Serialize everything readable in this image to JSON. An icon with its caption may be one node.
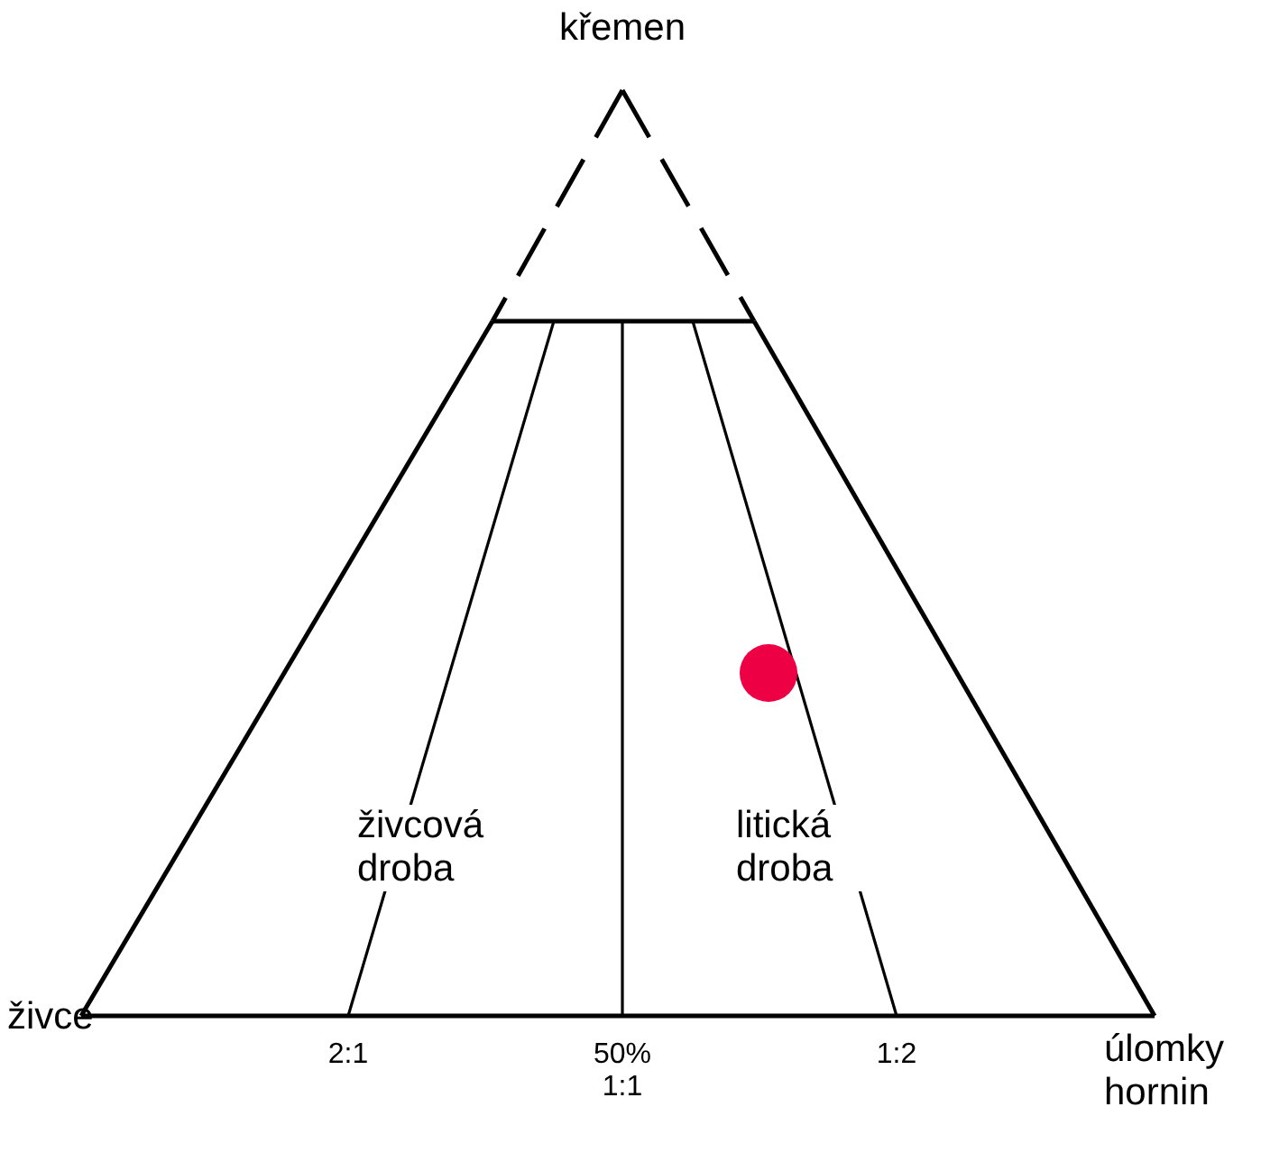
{
  "diagram": {
    "labels": [
      "křemen",
      "živcová droba",
      "litická droba",
      "živce",
      "2:1",
      "50% 1:1",
      "1:2",
      "úlomky hornin"
    ]
  }
}
